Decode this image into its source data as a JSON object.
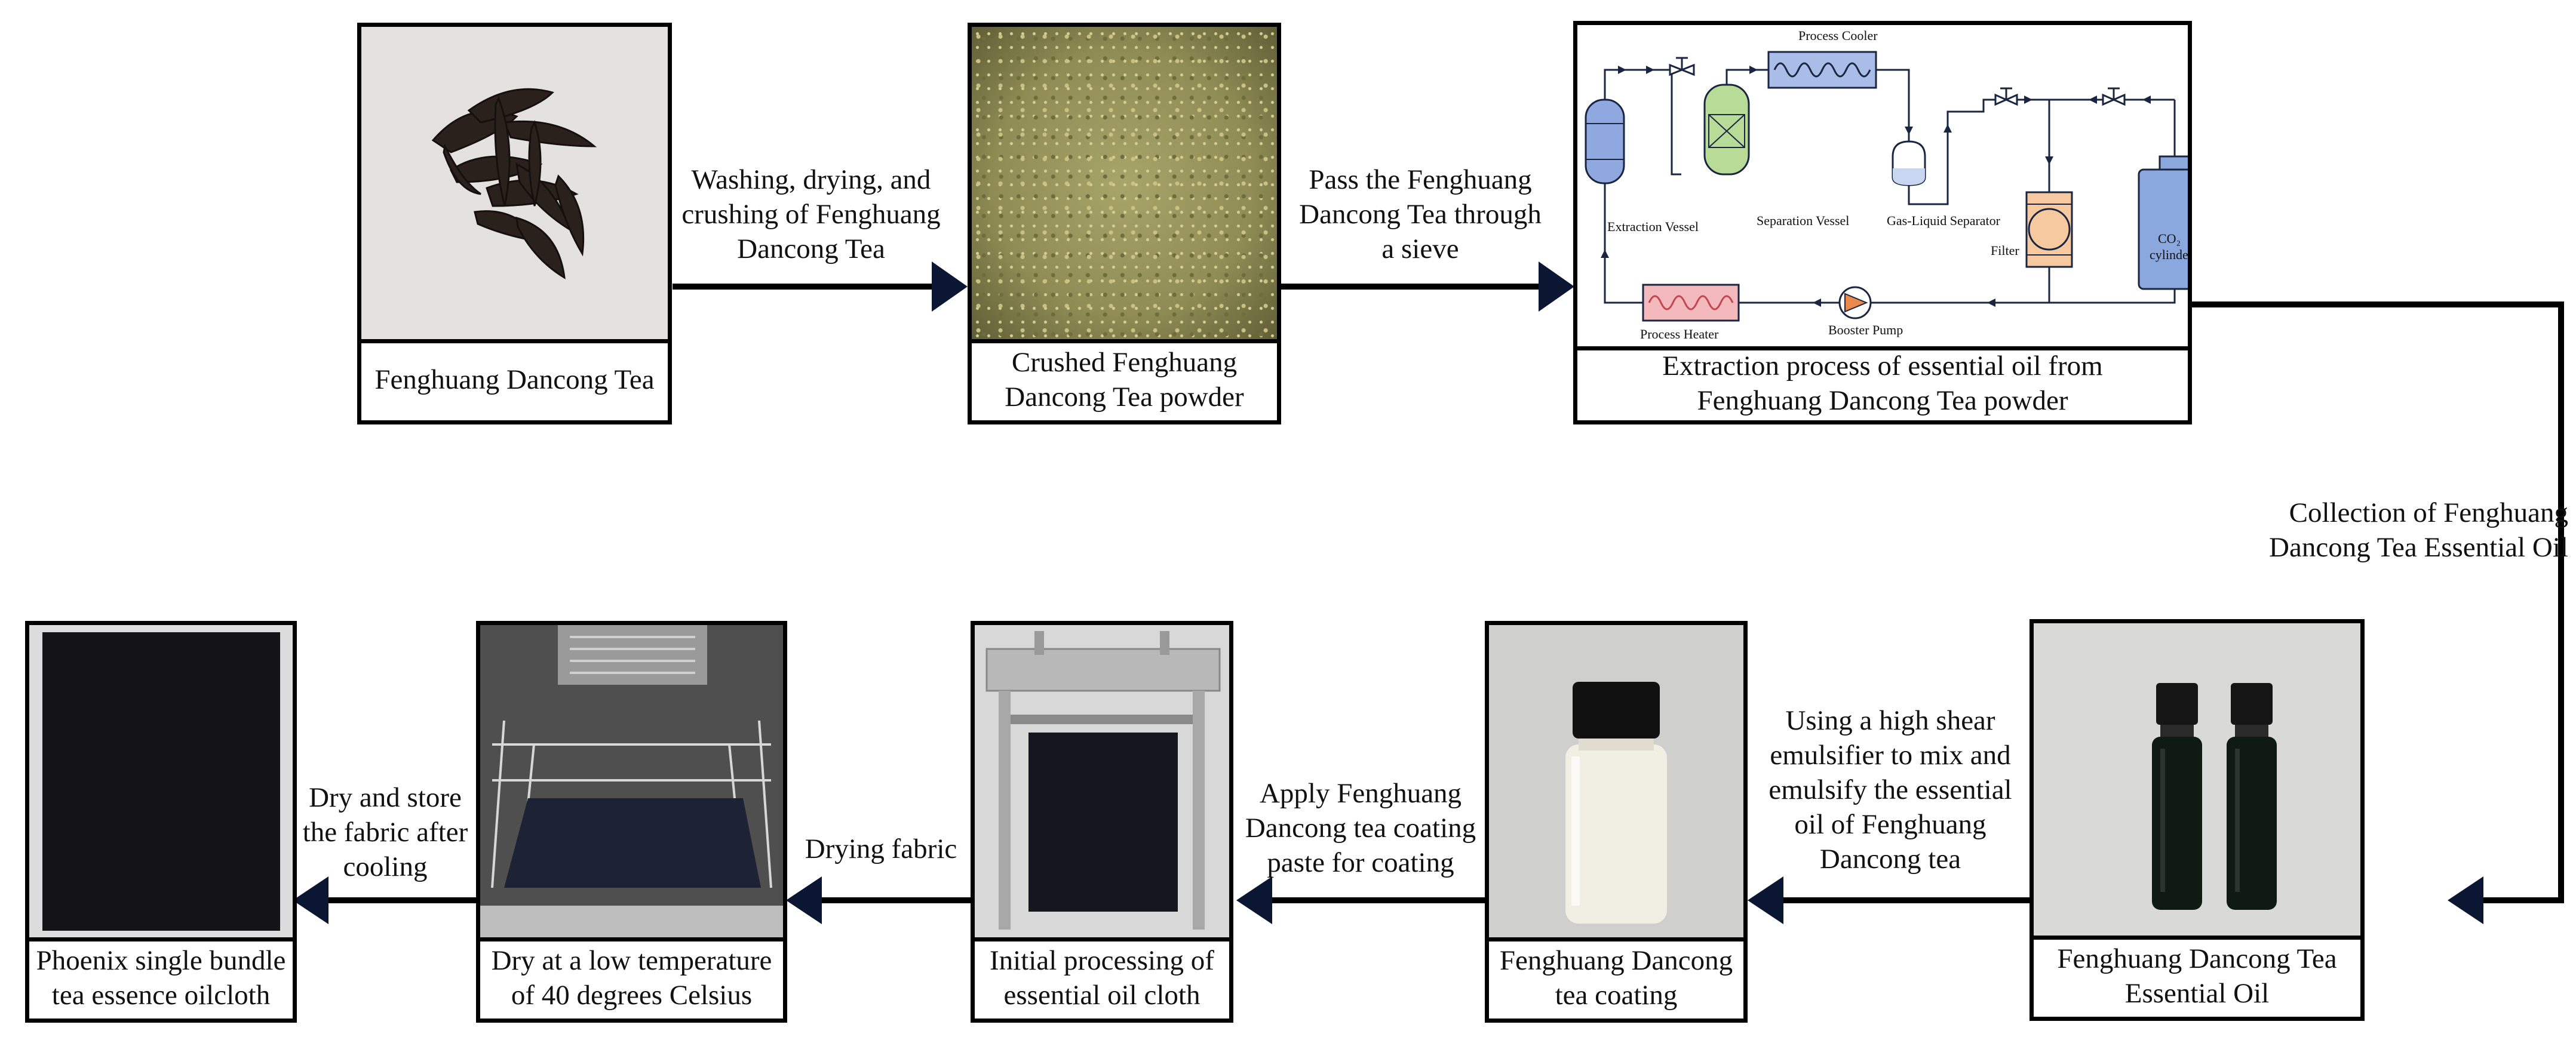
{
  "nodes": {
    "tea_leaves": {
      "caption": "Fenghuang Dancong Tea"
    },
    "crushed_powder": {
      "caption": "Crushed Fenghuang\nDancong Tea powder"
    },
    "extraction": {
      "caption": "Extraction process of essential oil from\nFenghuang Dancong Tea powder"
    },
    "essential_oil": {
      "caption": "Fenghuang Dancong Tea\nEssential Oil"
    },
    "tea_coating": {
      "caption": "Fenghuang Dancong\ntea coating"
    },
    "initial_cloth": {
      "caption": "Initial processing of\nessential oil cloth"
    },
    "low_temp_dry": {
      "caption": "Dry at a low temperature\nof 40 degrees Celsius"
    },
    "final_oilcloth": {
      "caption": "Phoenix single bundle\ntea essence oilcloth"
    }
  },
  "steps": {
    "wash_dry_crush": "Washing, drying, and\ncrushing of Fenghuang\nDancong Tea",
    "sieve": "Pass the Fenghuang\nDancong Tea through\na sieve",
    "collection": "Collection of Fenghuang\nDancong Tea Essential Oil",
    "emulsify": "Using a high shear\nemulsifier to mix and\nemulsify the essential\noil of Fenghuang\nDancong tea",
    "apply_coating": "Apply Fenghuang\nDancong tea coating\npaste for coating",
    "drying_fabric": "Drying fabric",
    "dry_store": "Dry and store\nthe fabric after\ncooling"
  },
  "extraction_diagram": {
    "process_cooler": "Process Cooler",
    "extraction_vessel": "Extraction Vessel",
    "separation_vessel": "Separation Vessel",
    "gas_liquid_separator": "Gas-Liquid Separator",
    "filter": "Filter",
    "co2_cylinder_line1": "CO₂",
    "co2_cylinder_line2": "cylinder",
    "process_heater": "Process Heater",
    "booster_pump": "Booster Pump"
  },
  "colors": {
    "line": "#000000",
    "arrowhead": "#0b1633",
    "pid_line": "#1a2540",
    "vessel_blue": "#8fa8e0",
    "vessel_green": "#b8dc98",
    "cooler_blue": "#a9bde8",
    "heater_red": "#f3b9bc",
    "filter_orange": "#f7c9a0",
    "cylinder_blue": "#8aa7de"
  }
}
